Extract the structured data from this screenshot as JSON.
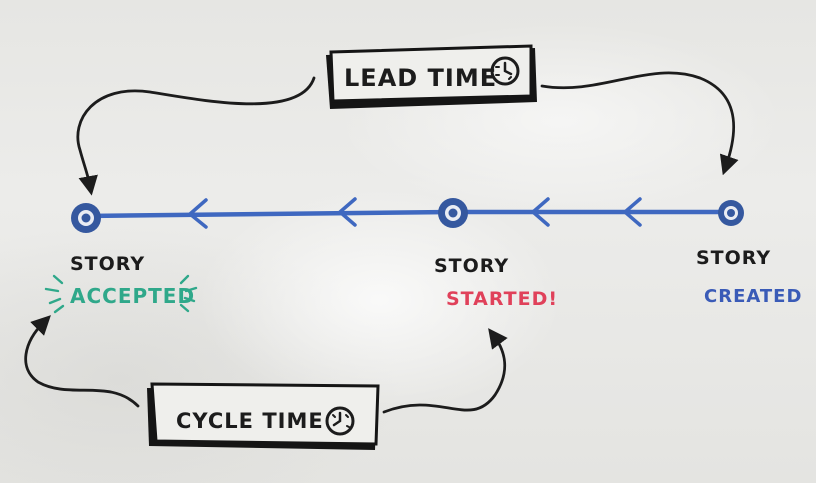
{
  "whiteboard": {
    "lead_time_box": {
      "label": "LEAD TIME",
      "icon": "clock-icon"
    },
    "cycle_time_box": {
      "label": "CYCLE TIME",
      "icon": "clock-icon"
    },
    "milestones": {
      "accepted": {
        "line1": "STORY",
        "line2": "ACCEPTED"
      },
      "started": {
        "line1": "STORY",
        "line2": "STARTED!"
      },
      "created": {
        "line1": "STORY",
        "line2": "CREATED"
      }
    },
    "colors": {
      "timeline": "#3f68c0",
      "accepted": "#2fa88a",
      "started": "#e0415a",
      "created": "#3a5bb7",
      "ink": "#1c1c1c"
    }
  }
}
